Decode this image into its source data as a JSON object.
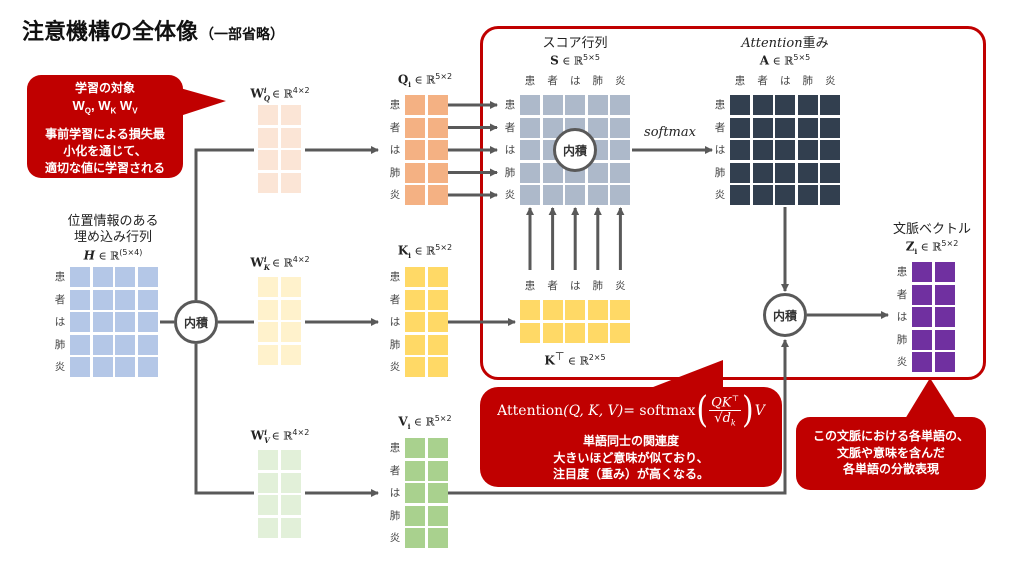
{
  "title": {
    "main": "注意機構の全体像",
    "sub": "（一部省略）"
  },
  "words": [
    "患",
    "者",
    "は",
    "肺",
    "炎"
  ],
  "inner_product_label": "内積",
  "softmax_label": "softmax",
  "callouts": {
    "training": {
      "heading": "学習の対象",
      "weights": [
        {
          "sym": "W",
          "sub": "Q",
          "sep": ","
        },
        {
          "sym": "W",
          "sub": "K",
          "sep": ""
        },
        {
          "sym": "W",
          "sub": "V",
          "sep": ""
        }
      ],
      "lines": [
        "事前学習による損失最",
        "小化を通じて、",
        "適切な値に学習される"
      ]
    },
    "attention": {
      "formula": {
        "lhs_name": "Attention",
        "lhs_args": "(Q, K, V)",
        "eq": " = softmax",
        "num": "QK",
        "num_sup": "⊤",
        "den_sym": "d",
        "den_sub": "k",
        "tail": "V"
      },
      "lines": [
        "単語同士の関連度",
        "大きいほど意味が似ており、",
        "注目度（重み）が高くなる。"
      ]
    },
    "context": {
      "lines": [
        "この文脈における各単語の、",
        "文脈や意味を含んだ",
        "各単語の分散表現"
      ]
    }
  },
  "matrices": {
    "H": {
      "caption": [
        "位置情報のある",
        "埋め込み行列"
      ],
      "symbol": "H",
      "sup": "",
      "sub": "",
      "set": "∈ ℝ",
      "dims": "(5×4)",
      "rows": 5,
      "cols": 4,
      "color": "#b4c7e7"
    },
    "WQ": {
      "symbol": "W",
      "sup": "i",
      "sub": "Q",
      "set": "∈ ℝ",
      "dims": "4×2",
      "rows": 4,
      "cols": 2,
      "color": "#fbe5d6"
    },
    "Q": {
      "symbol": "Q",
      "sup": "",
      "sub": "i",
      "set": "∈ ℝ",
      "dims": "5×2",
      "rows": 5,
      "cols": 2,
      "color": "#f4b183"
    },
    "WK": {
      "symbol": "W",
      "sup": "i",
      "sub": "K",
      "set": "∈ ℝ",
      "dims": "4×2",
      "rows": 4,
      "cols": 2,
      "color": "#fff2cc"
    },
    "K": {
      "symbol": "K",
      "sup": "",
      "sub": "i",
      "set": "∈ ℝ",
      "dims": "5×2",
      "rows": 5,
      "cols": 2,
      "color": "#ffd966"
    },
    "WV": {
      "symbol": "W",
      "sup": "i",
      "sub": "V",
      "set": "∈ ℝ",
      "dims": "4×2",
      "rows": 4,
      "cols": 2,
      "color": "#e2f0d9"
    },
    "V": {
      "symbol": "V",
      "sup": "",
      "sub": "i",
      "set": "∈ ℝ",
      "dims": "5×2",
      "rows": 5,
      "cols": 2,
      "color": "#a9d18e"
    },
    "S": {
      "caption": [
        "スコア行列"
      ],
      "symbol": "S",
      "sup": "",
      "sub": "",
      "set": "∈ ℝ",
      "dims": "5×5",
      "rows": 5,
      "cols": 5,
      "color": "#adb9ca"
    },
    "A": {
      "caption_italic": "Attention",
      "caption_rest": "重み",
      "symbol": "A",
      "sup": "",
      "sub": "",
      "set": "∈ ℝ",
      "dims": "5×5",
      "rows": 5,
      "cols": 5,
      "color": "#323f4f"
    },
    "KT": {
      "symbol": "K",
      "sup": "⊤",
      "sub": "",
      "set": "∈ ℝ",
      "dims": "2×5",
      "rows": 2,
      "cols": 5,
      "color": "#ffd966"
    },
    "Z": {
      "caption": [
        "文脈ベクトル"
      ],
      "symbol": "Z",
      "sup": "",
      "sub": "i",
      "set": "∈ ℝ",
      "dims": "5×2",
      "rows": 5,
      "cols": 2,
      "color": "#7030a0"
    }
  },
  "colors": {
    "accent_red": "#c00000",
    "line_gray": "#595959"
  }
}
